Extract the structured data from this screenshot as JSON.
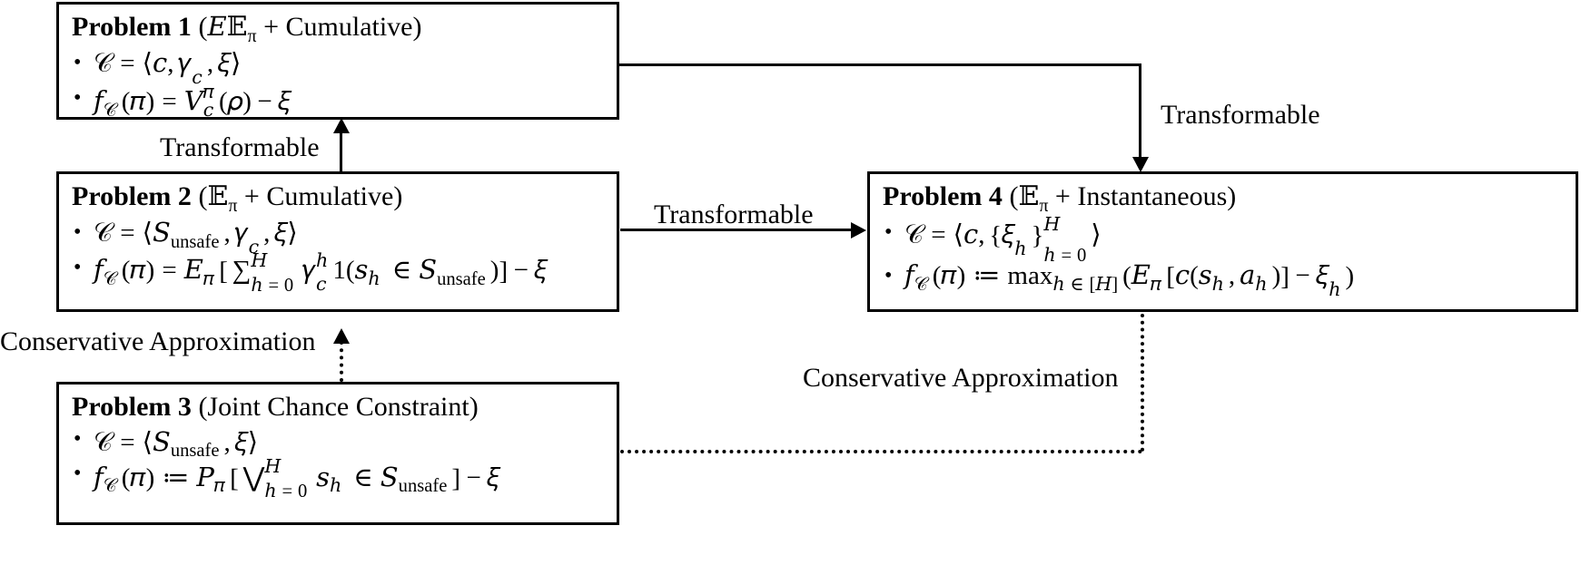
{
  "diagram": {
    "title": "Constraint problem transformation relationships",
    "colors": {
      "stroke": "#000000",
      "background": "#ffffff",
      "text": "#000000"
    },
    "boxes": [
      {
        "id": "problem1",
        "name": "Problem 1",
        "qualifier": "(ᴇπ + Cumulative)",
        "title_bold": "Problem 1",
        "title_rest": " (𝔼π + Cumulative)",
        "bullets": [
          "𝒞 = ⟨ c, γc, ξ ⟩",
          "f𝒞(π) = Vcπ(ρ) − ξ"
        ]
      },
      {
        "id": "problem2",
        "name": "Problem 2",
        "qualifier": "(ᴇπ + Cumulative)",
        "title_bold": "Problem 2",
        "title_rest": " (𝔼π + Cumulative)",
        "bullets": [
          "𝒞 = ⟨ S_unsafe, γc, ξ ⟩",
          "f𝒞(π) = 𝔼π [ ∑_{h=0}^{H} γc^h 𝟙(s_h ∈ S_unsafe) ] − ξ"
        ]
      },
      {
        "id": "problem3",
        "name": "Problem 3",
        "qualifier": "(Joint Chance Constraint)",
        "title_bold": "Problem 3",
        "title_rest": " (Joint Chance Constraint)",
        "bullets": [
          "𝒞 = ⟨ S_unsafe, ξ ⟩",
          "f𝒞(π) ≔ ℙπ [ ⋁_{h=0}^{H} s_h ∈ S_unsafe ] − ξ"
        ]
      },
      {
        "id": "problem4",
        "name": "Problem 4",
        "qualifier": "(ᴇπ + Instantaneous)",
        "title_bold": "Problem 4",
        "title_rest": " (𝔼π + Instantaneous)",
        "bullets": [
          "𝒞 = ⟨ c, {ξ_h}_{h=0}^{H} ⟩",
          "f𝒞(π) ≔ max_{h∈[H]} ( 𝔼π [ c(s_h, a_h) ] − ξ_h )"
        ]
      }
    ],
    "edges": [
      {
        "id": "edge-p2-to-p1",
        "label": "Transformable",
        "style": "solid",
        "from": "problem2",
        "to": "problem1"
      },
      {
        "id": "edge-p1-to-p4",
        "label": "Transformable",
        "style": "solid",
        "from": "problem1",
        "to": "problem4"
      },
      {
        "id": "edge-p2-to-p4",
        "label": "Transformable",
        "style": "solid",
        "from": "problem2",
        "to": "problem4"
      },
      {
        "id": "edge-p3-to-p2",
        "label": "Conservative Approximation",
        "style": "dotted",
        "from": "problem3",
        "to": "problem2"
      },
      {
        "id": "edge-p3-to-p4",
        "label": "Conservative Approximation",
        "style": "dotted",
        "from": "problem3",
        "to": "problem4"
      }
    ]
  }
}
